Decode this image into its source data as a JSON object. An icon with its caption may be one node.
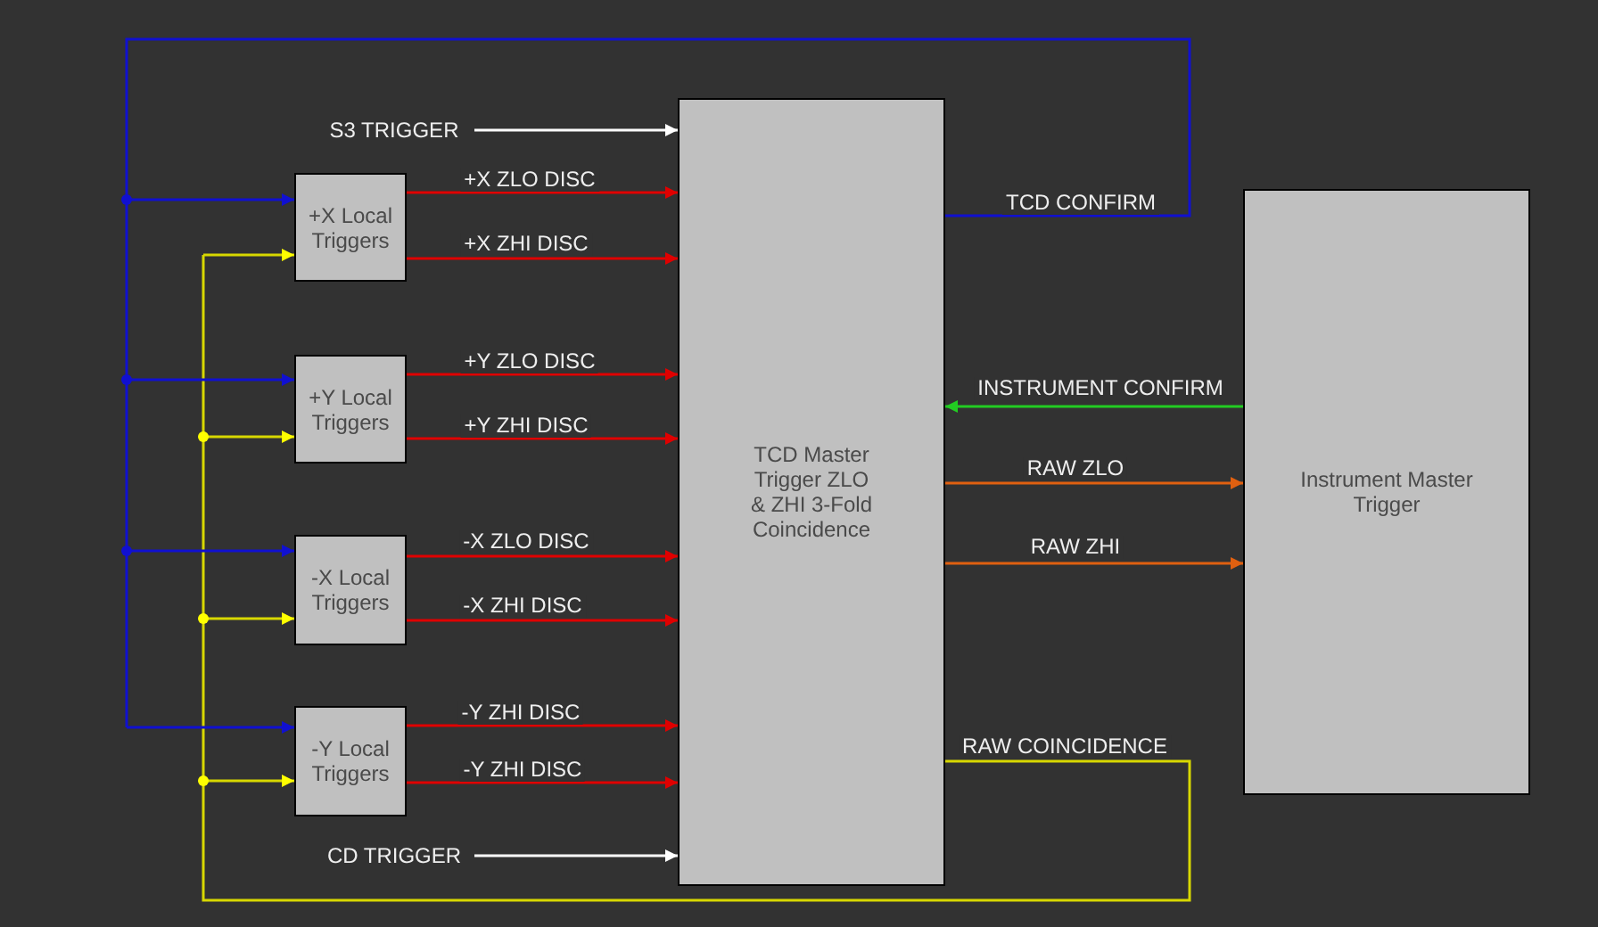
{
  "diagram": {
    "nodes": [
      {
        "text": [
          "TCD Master Trigger ZLO & ZHI 3-Fold Coincidence"
        ]
      },
      {
        "text": [
          "+X Local Triggers"
        ]
      },
      {
        "text": [
          "+Y Local Triggers"
        ]
      },
      {
        "text": [
          "-X Local Triggers"
        ]
      },
      {
        "text": [
          "-Y Local Triggers"
        ]
      },
      {
        "text": [
          "Instrument Master Trigger"
        ]
      },
      {
        "text": [
          "S3 TRIGGER"
        ]
      },
      {
        "text": [
          "CD TRIGGER"
        ]
      }
    ],
    "edges": [
      {
        "from": 6,
        "to": 0,
        "arrow": "to",
        "color": "#ffffff"
      },
      {
        "from": 1,
        "to": 0,
        "arrow": "to",
        "label": "+X ZLO DISC"
      },
      {
        "from": 1,
        "to": 0,
        "arrow": "to",
        "label": "+X ZHI DISC"
      },
      {
        "from": 2,
        "to": 0,
        "arrow": "to",
        "label": "+Y ZLO DISC"
      },
      {
        "from": 2,
        "to": 0,
        "arrow": "to",
        "label": "+Y ZHI DISC"
      },
      {
        "from": 3,
        "to": 0,
        "arrow": "to",
        "label": "-X ZLO DISC"
      },
      {
        "from": 3,
        "to": 0,
        "arrow": "to",
        "label": "-X ZHI DISC"
      },
      {
        "from": 4,
        "to": 0,
        "arrow": "to",
        "label": "-Y ZHI DISC"
      },
      {
        "from": 4,
        "to": 0,
        "arrow": "to",
        "label": "-Y ZHI DISC"
      },
      {
        "from": 7,
        "to": 0,
        "arrow": "to",
        "color": "#ffffff"
      },
      {
        "from": 0,
        "to": 1,
        "arrow": "to",
        "label": "TCD CONFIRM",
        "color": "#1010d0"
      },
      {
        "from": 0,
        "to": 2,
        "arrow": "to",
        "color": "#1010d0"
      },
      {
        "from": 0,
        "to": 3,
        "arrow": "to",
        "color": "#1010d0"
      },
      {
        "from": 0,
        "to": 4,
        "arrow": "to",
        "color": "#1010d0"
      },
      {
        "from": 0,
        "to": 1,
        "arrow": "to",
        "label": "RAW COINCIDENCE",
        "color": "#d8d800"
      },
      {
        "from": 0,
        "to": 2,
        "arrow": "to",
        "color": "#d8d800"
      },
      {
        "from": 0,
        "to": 3,
        "arrow": "to",
        "color": "#d8d800"
      },
      {
        "from": 0,
        "to": 4,
        "arrow": "to",
        "color": "#d8d800"
      },
      {
        "from": 5,
        "to": 0,
        "arrow": "to",
        "label": "INSTRUMENT CONFIRM",
        "color": "#22cc22"
      },
      {
        "from": 0,
        "to": 5,
        "arrow": "to",
        "label": "RAW ZLO",
        "color": "#e06010"
      },
      {
        "from": 0,
        "to": 5,
        "arrow": "to",
        "label": "RAW ZHI",
        "color": "#e06010"
      }
    ]
  }
}
